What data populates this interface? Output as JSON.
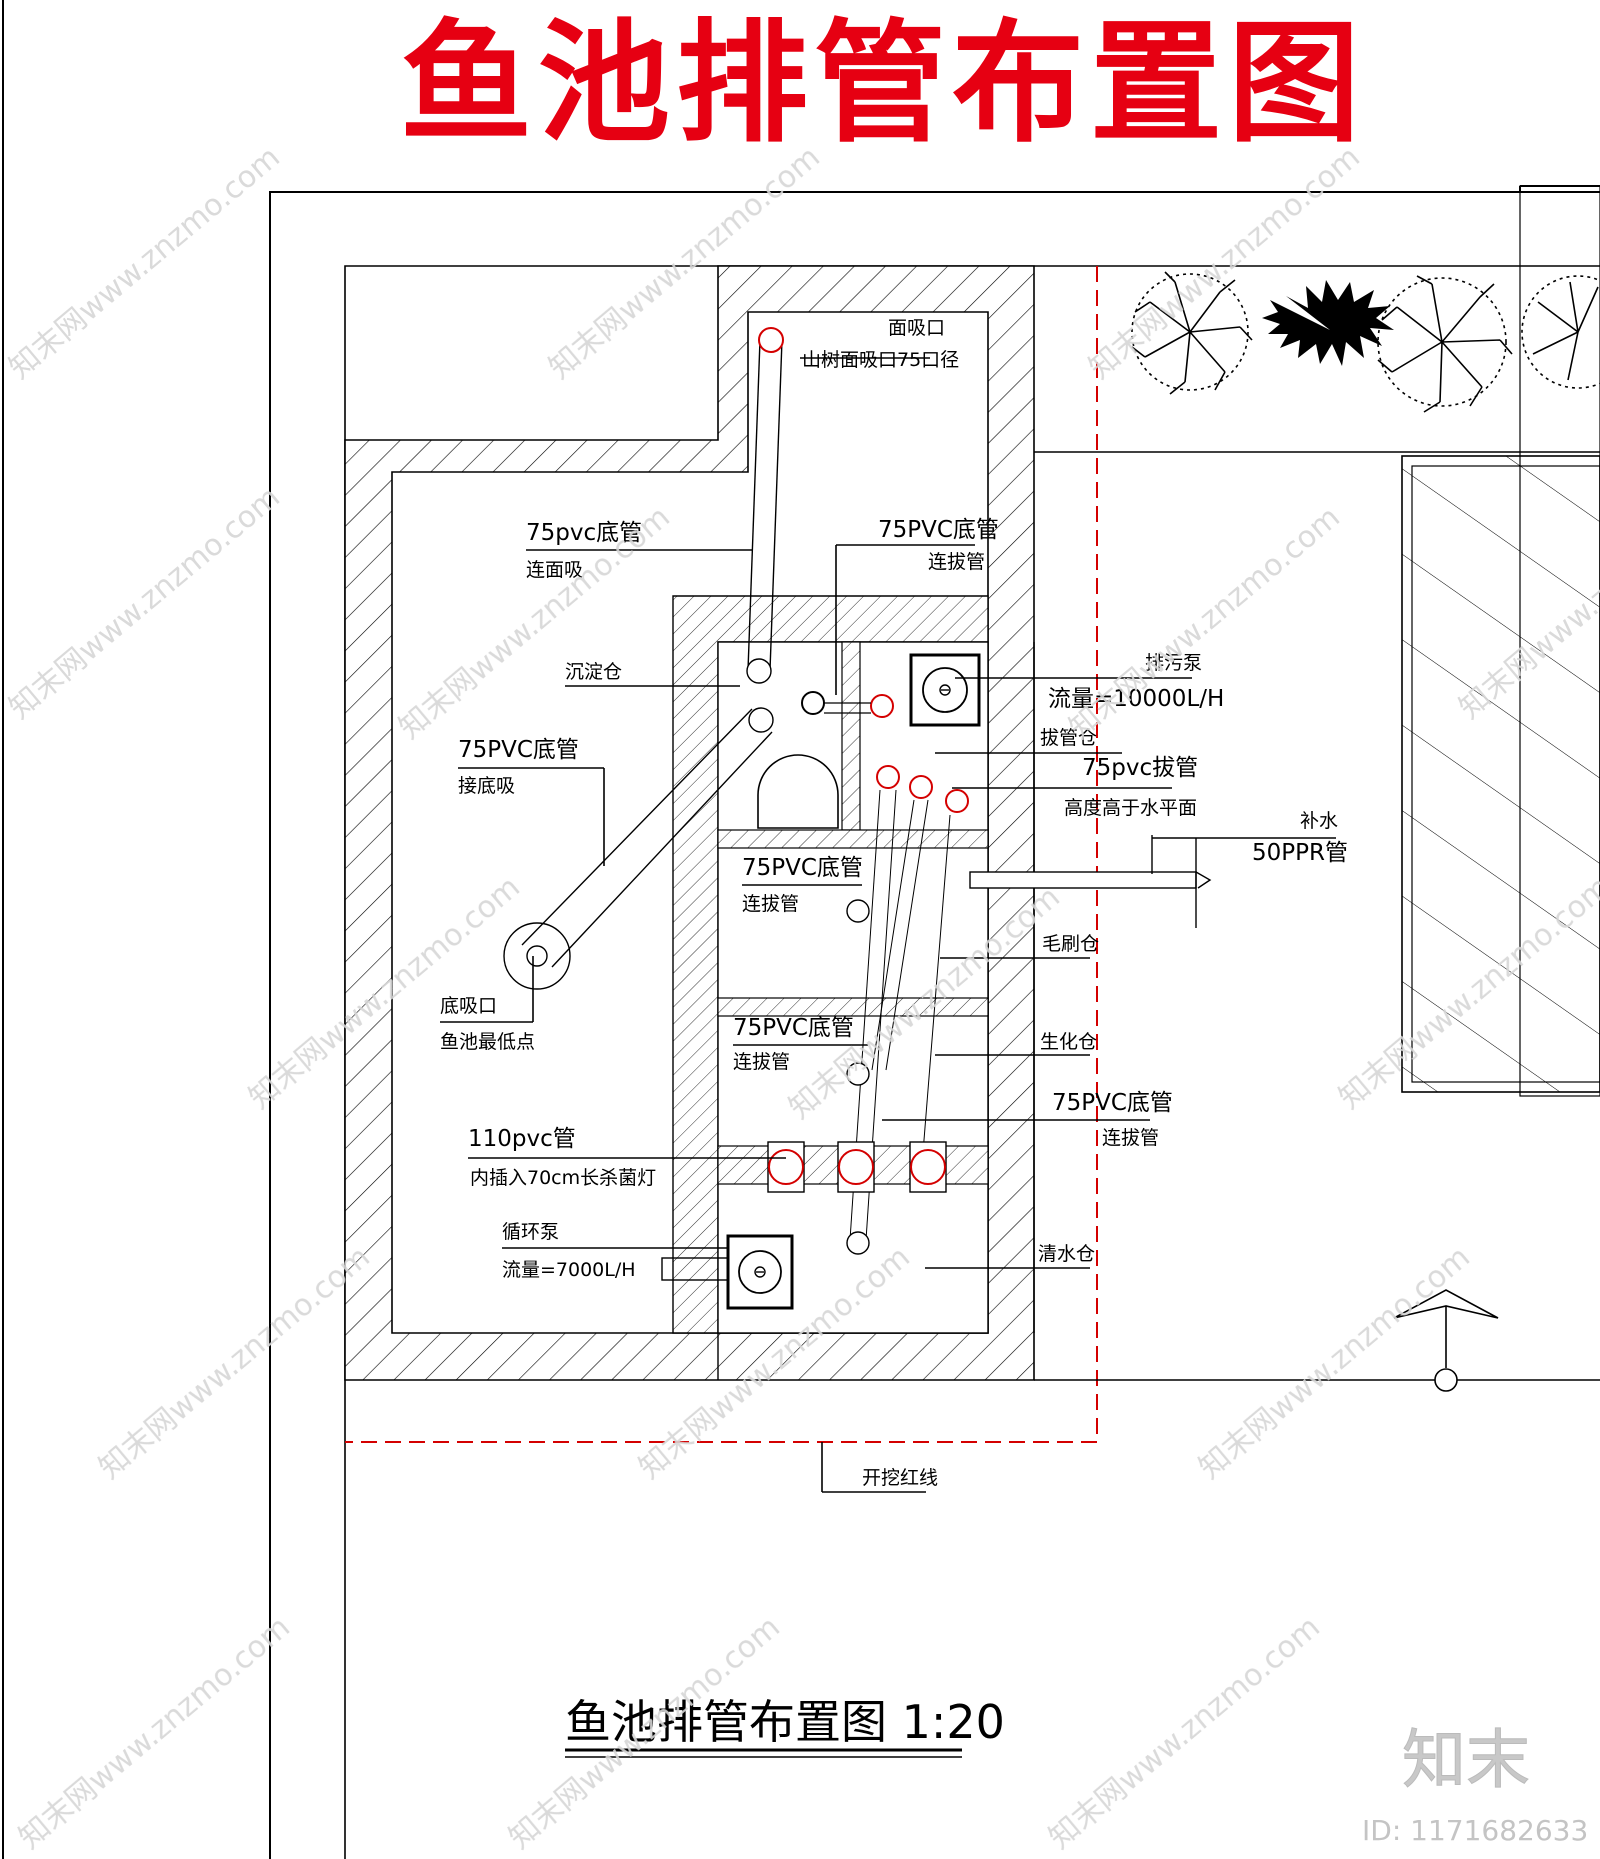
{
  "title": "鱼池排管布置图",
  "caption": "鱼池排管布置图 1:20",
  "colors": {
    "title_red": "#e60012",
    "pipe_red": "#d40000",
    "line": "#000000",
    "watermark": "#d6d6d6"
  },
  "labels": {
    "surface_inlet": "面吸口",
    "surface_inlet_spec": "山树面吸口75口径",
    "pipe_surface_1": "75pvc底管",
    "pipe_surface_2": "连面吸",
    "pipe_pull_1": "75PVC底管",
    "pipe_pull_2": "连拔管",
    "settling": "沉淀仓",
    "sewage_pump": "排污泵",
    "sewage_flow": "流量=10000L/H",
    "pull_chamber": "拔管仓",
    "pull_pipe_1": "75pvc拔管",
    "pull_pipe_2": "高度高于水平面",
    "bottom_pipe_1": "75PVC底管",
    "bottom_pipe_2": "接底吸",
    "makeup_1": "补水",
    "makeup_2": "50PPR管",
    "conn_a_1": "75PVC底管",
    "conn_a_2": "连拔管",
    "brush": "毛刷仓",
    "bottom_drain_1": "底吸口",
    "bottom_drain_2": "鱼池最低点",
    "conn_b_1": "75PVC底管",
    "conn_b_2": "连拔管",
    "bio": "生化仓",
    "conn_c_1": "75PVC底管",
    "conn_c_2": "连拔管",
    "uv_1": "110pvc管",
    "uv_2": "内插入70cm长杀菌灯",
    "circ_pump": "循环泵",
    "circ_flow": "流量=7000L/H",
    "clear": "清水仓",
    "dig_line": "开挖红线"
  },
  "watermark": {
    "text": "知末网www.znzmo.com",
    "logo": "知末",
    "id": "ID: 1171682633"
  }
}
